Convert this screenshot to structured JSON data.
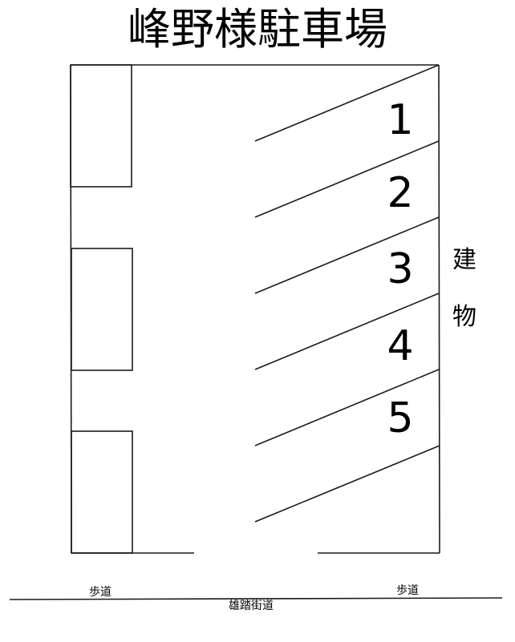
{
  "title": "峰野様駐車場",
  "spaces": [
    {
      "label": "1"
    },
    {
      "label": "2"
    },
    {
      "label": "3"
    },
    {
      "label": "4"
    },
    {
      "label": "5"
    }
  ],
  "building": {
    "char1": "建",
    "char2": "物"
  },
  "sidewalk": {
    "left": "歩道",
    "right": "歩道"
  },
  "street": "雄踏街道",
  "colors": {
    "line": "#1a1a1a",
    "background": "#ffffff"
  }
}
